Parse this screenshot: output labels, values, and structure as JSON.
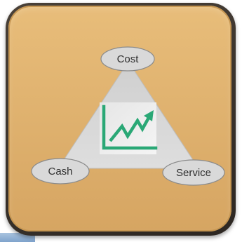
{
  "nodes": {
    "top": {
      "label": "Cost"
    },
    "left": {
      "label": "Cash"
    },
    "right": {
      "label": "Service"
    }
  },
  "center_icon": {
    "name": "trending-up-chart-icon"
  },
  "colors": {
    "tile_fill": "#deb06d",
    "tile_border": "#2d2722",
    "triangle_fill": "#d6d6d6",
    "node_fill": "#d9d9d9",
    "node_stroke": "#8a8a8a",
    "icon_green": "#2aa876",
    "accent_blue": "#8fb1d6"
  }
}
